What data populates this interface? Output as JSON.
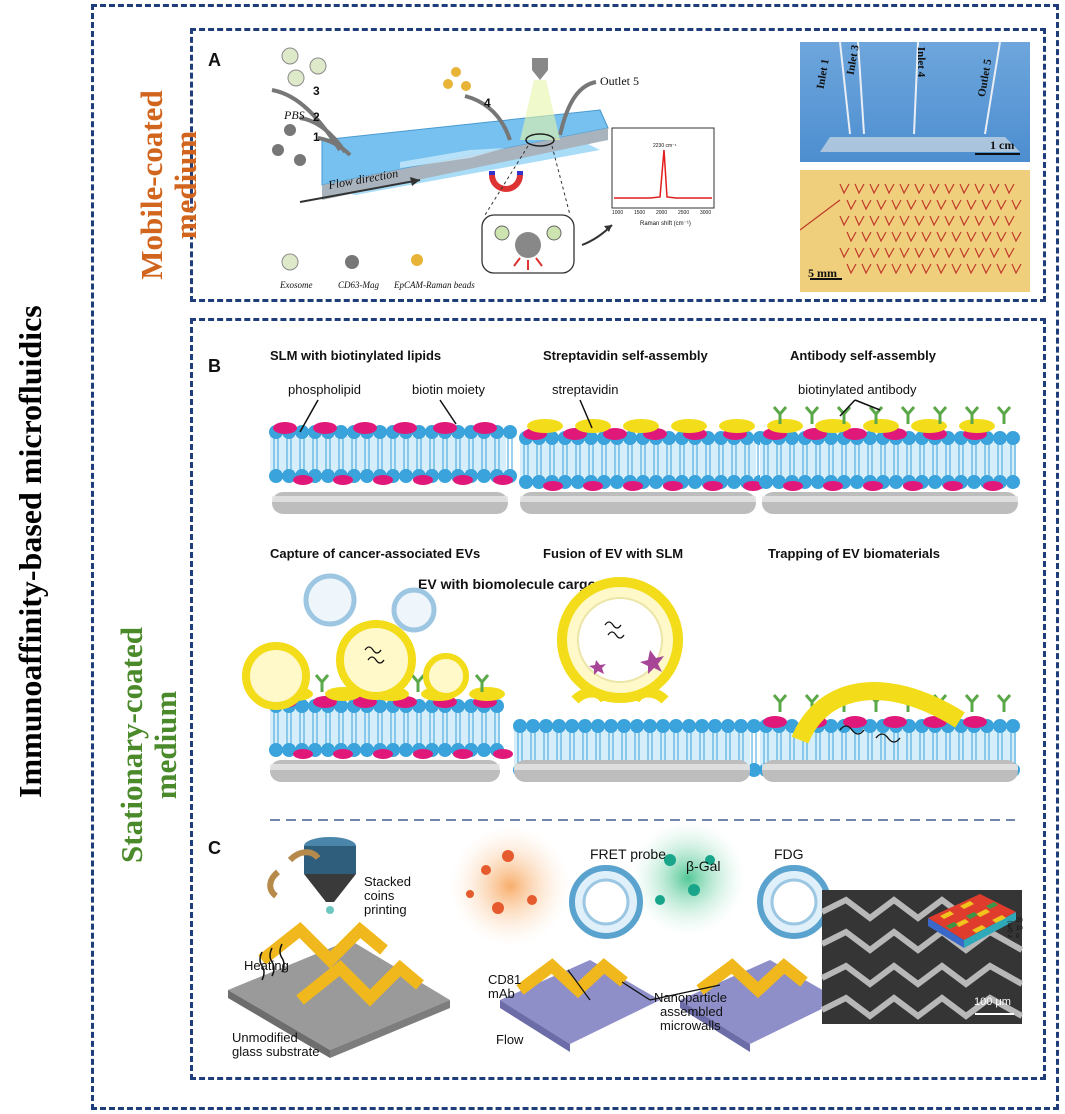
{
  "main_title": "Immunoaffinity-based microfluidics",
  "sections": {
    "mobile_line1": "Mobile-coated",
    "mobile_line2": "medium",
    "stationary_line1": "Stationary-coated",
    "stationary_line2": "medium"
  },
  "panelA": {
    "letter": "A",
    "inlets": [
      "3",
      "2",
      "1",
      "4"
    ],
    "pbs": "PBS",
    "outlet": "Outlet 5",
    "flow": "Flow direction",
    "legend": [
      "Exosome",
      "CD63-Mag",
      "EpCAM-Raman beads"
    ],
    "peak_label": "2230 cm⁻¹",
    "raman_xlabel": "Raman shift (cm⁻¹)",
    "raman_ticks": [
      "1000",
      "1500",
      "2000",
      "2500",
      "3000"
    ],
    "photo_labels": [
      "Inlet 1",
      "Inlet 3",
      "Inlet 4",
      "Outlet 5"
    ],
    "scale_top": "1 cm",
    "scale_bottom": "5 mm"
  },
  "panelB": {
    "letter": "B",
    "headers": [
      "SLM with biotinylated lipids",
      "Streptavidin self-assembly",
      "Antibody self-assembly",
      "Capture of cancer-associated EVs",
      "Fusion of EV with SLM",
      "Trapping of EV biomaterials"
    ],
    "labels": {
      "phospholipid": "phospholipid",
      "biotin": "biotin moiety",
      "streptavidin": "streptavidin",
      "antibody": "biotinylated antibody",
      "ev": "EV  with biomolecule cargo"
    }
  },
  "panelC": {
    "letter": "C",
    "stacked": [
      "Stacked",
      "coins",
      "printing"
    ],
    "heating": "Heating",
    "substrate": [
      "Unmodified",
      "glass substrate"
    ],
    "fret": "FRET probe",
    "fdg": "FDG",
    "bgal": "β-Gal",
    "cd81": [
      "CD81",
      "mAb"
    ],
    "nano": [
      "Nanoparticle",
      "assembled",
      "microwalls"
    ],
    "flow": "Flow",
    "scale": "100 μm",
    "z_label": "z (μm)",
    "z_ticks": [
      "20",
      "10",
      "0"
    ]
  },
  "colors": {
    "dash": "#1f3d7a",
    "mobile": "#d2651d",
    "stationary": "#4b8a2b",
    "lipid_head": "#3aa3dc",
    "biotin": "#e0187a",
    "streptavidin": "#f3dc1a",
    "antibody": "#5aa84a"
  }
}
